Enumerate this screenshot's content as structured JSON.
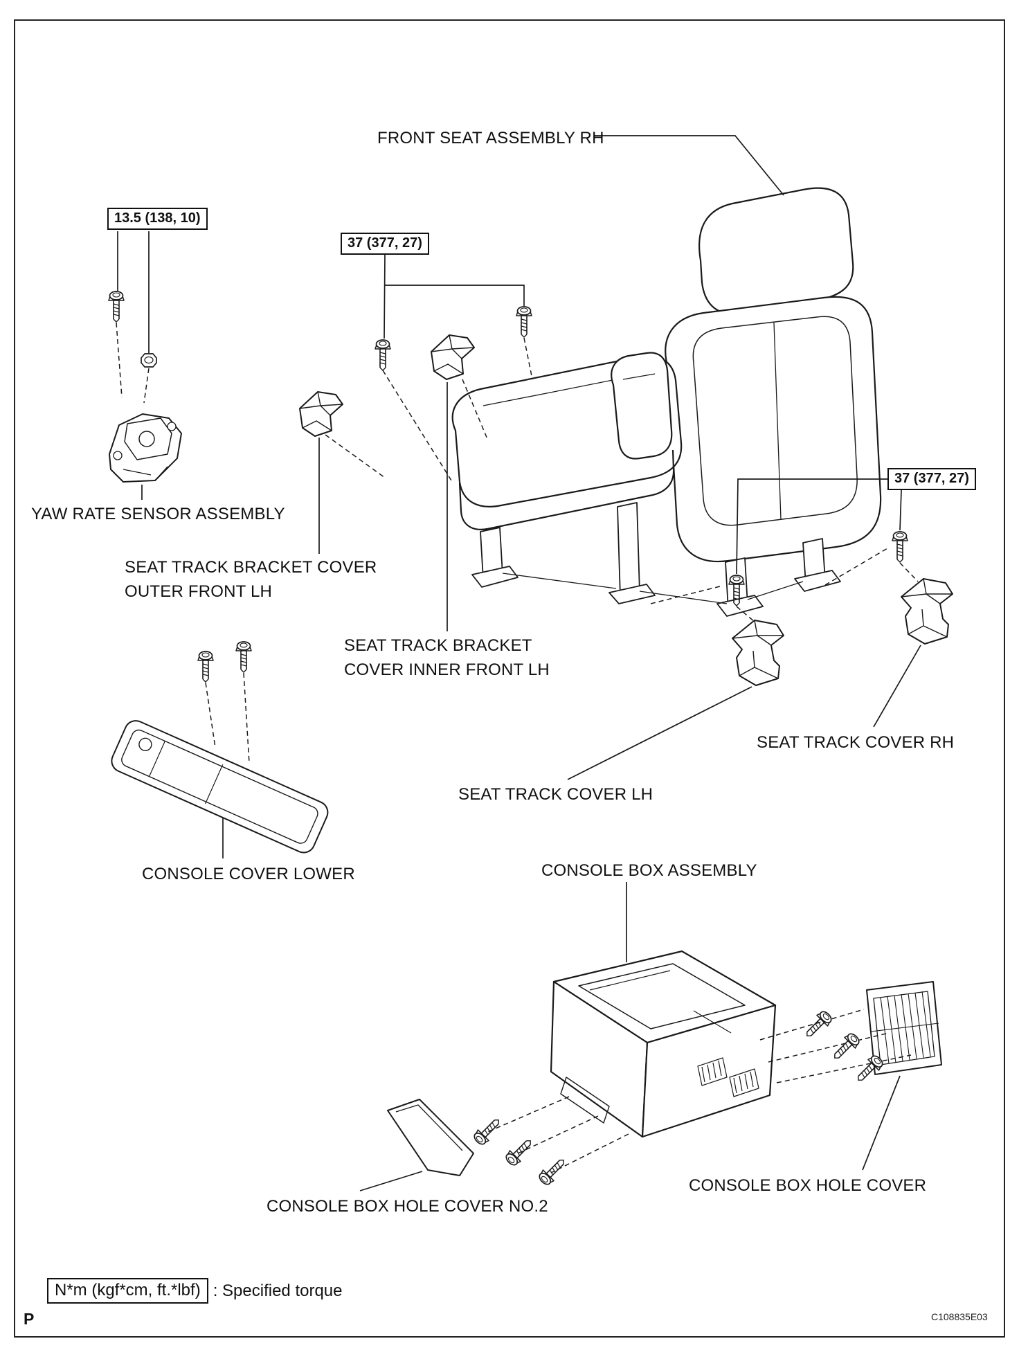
{
  "page": {
    "page_marker": "P",
    "figure_code": "C108835E03"
  },
  "torque_specs": {
    "yaw_rate_sensor_bolts": "13.5 (138, 10)",
    "front_seat_front_bolts": "37 (377, 27)",
    "front_seat_rear_bolts": "37 (377, 27)"
  },
  "part_labels": {
    "front_seat_assembly_rh": "FRONT SEAT ASSEMBLY RH",
    "yaw_rate_sensor_assembly": "YAW RATE SENSOR ASSEMBLY",
    "seat_track_bracket_cover_outer_front_lh_line1": "SEAT TRACK BRACKET COVER",
    "seat_track_bracket_cover_outer_front_lh_line2": "OUTER FRONT LH",
    "seat_track_bracket_cover_inner_front_lh_line1": "SEAT TRACK BRACKET",
    "seat_track_bracket_cover_inner_front_lh_line2": "COVER INNER FRONT LH",
    "seat_track_cover_rh": "SEAT TRACK COVER RH",
    "seat_track_cover_lh": "SEAT TRACK COVER LH",
    "console_cover_lower": "CONSOLE COVER LOWER",
    "console_box_assembly": "CONSOLE BOX ASSEMBLY",
    "console_box_hole_cover_no2": "CONSOLE BOX HOLE COVER NO.2",
    "console_box_hole_cover": "CONSOLE BOX HOLE COVER"
  },
  "legend": {
    "torque_symbol": "N*m (kgf*cm, ft.*lbf)",
    "torque_description": ": Specified torque"
  },
  "colors": {
    "line": "#1a1a1a",
    "background": "#ffffff"
  }
}
